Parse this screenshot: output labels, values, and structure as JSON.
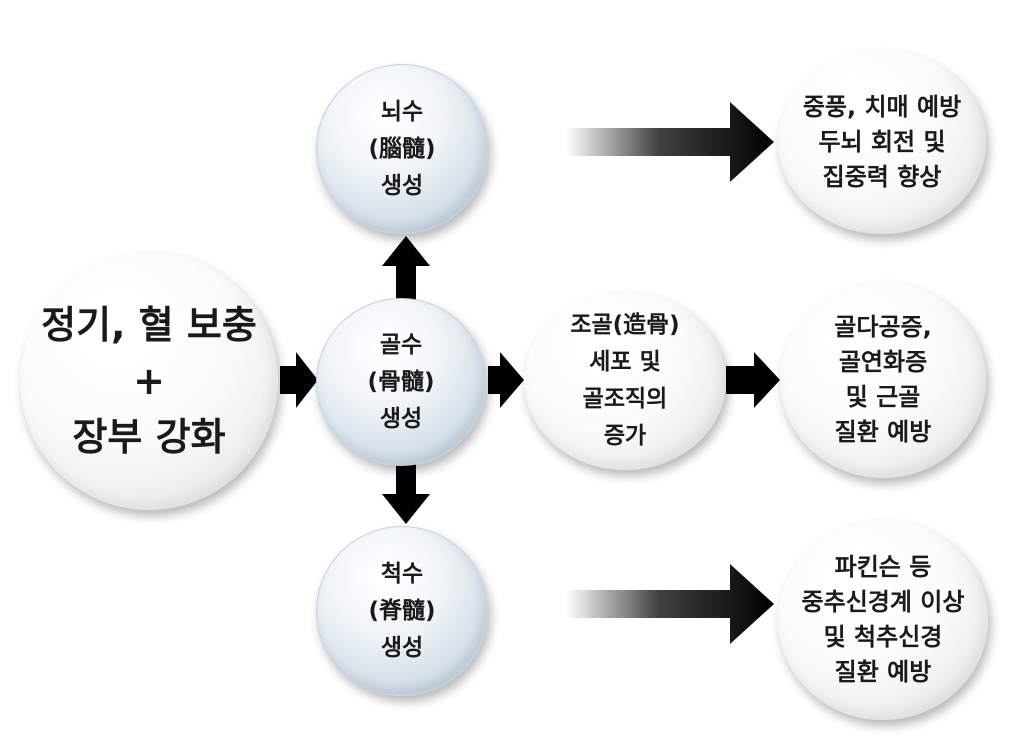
{
  "source": {
    "lines": [
      "정기, 혈 보충",
      "+",
      "장부 강화"
    ]
  },
  "center": {
    "lines": [
      "골수",
      "(骨髓)",
      "생성"
    ]
  },
  "top": {
    "lines": [
      "뇌수",
      "(腦髓)",
      "생성"
    ]
  },
  "bottom": {
    "lines": [
      "척수",
      "(脊髓)",
      "생성"
    ]
  },
  "middle": {
    "lines": [
      "조골(造骨)",
      "세포 및",
      "골조직의",
      "증가"
    ]
  },
  "results": {
    "brain": {
      "lines": [
        "중풍, 치매 예방",
        "두뇌 회전 및",
        "집중력 향상"
      ]
    },
    "bone": {
      "lines": [
        "골다공증,",
        "골연화증",
        "및 근골",
        "질환 예방"
      ]
    },
    "spine": {
      "lines": [
        "파킨슨 등",
        "중추신경계 이상",
        "및 척추신경",
        "질환 예방"
      ]
    }
  },
  "colors": {
    "arrow": "#000000",
    "circle_blue": "#cfdbe5",
    "circle_white": "#f5f5f5"
  }
}
